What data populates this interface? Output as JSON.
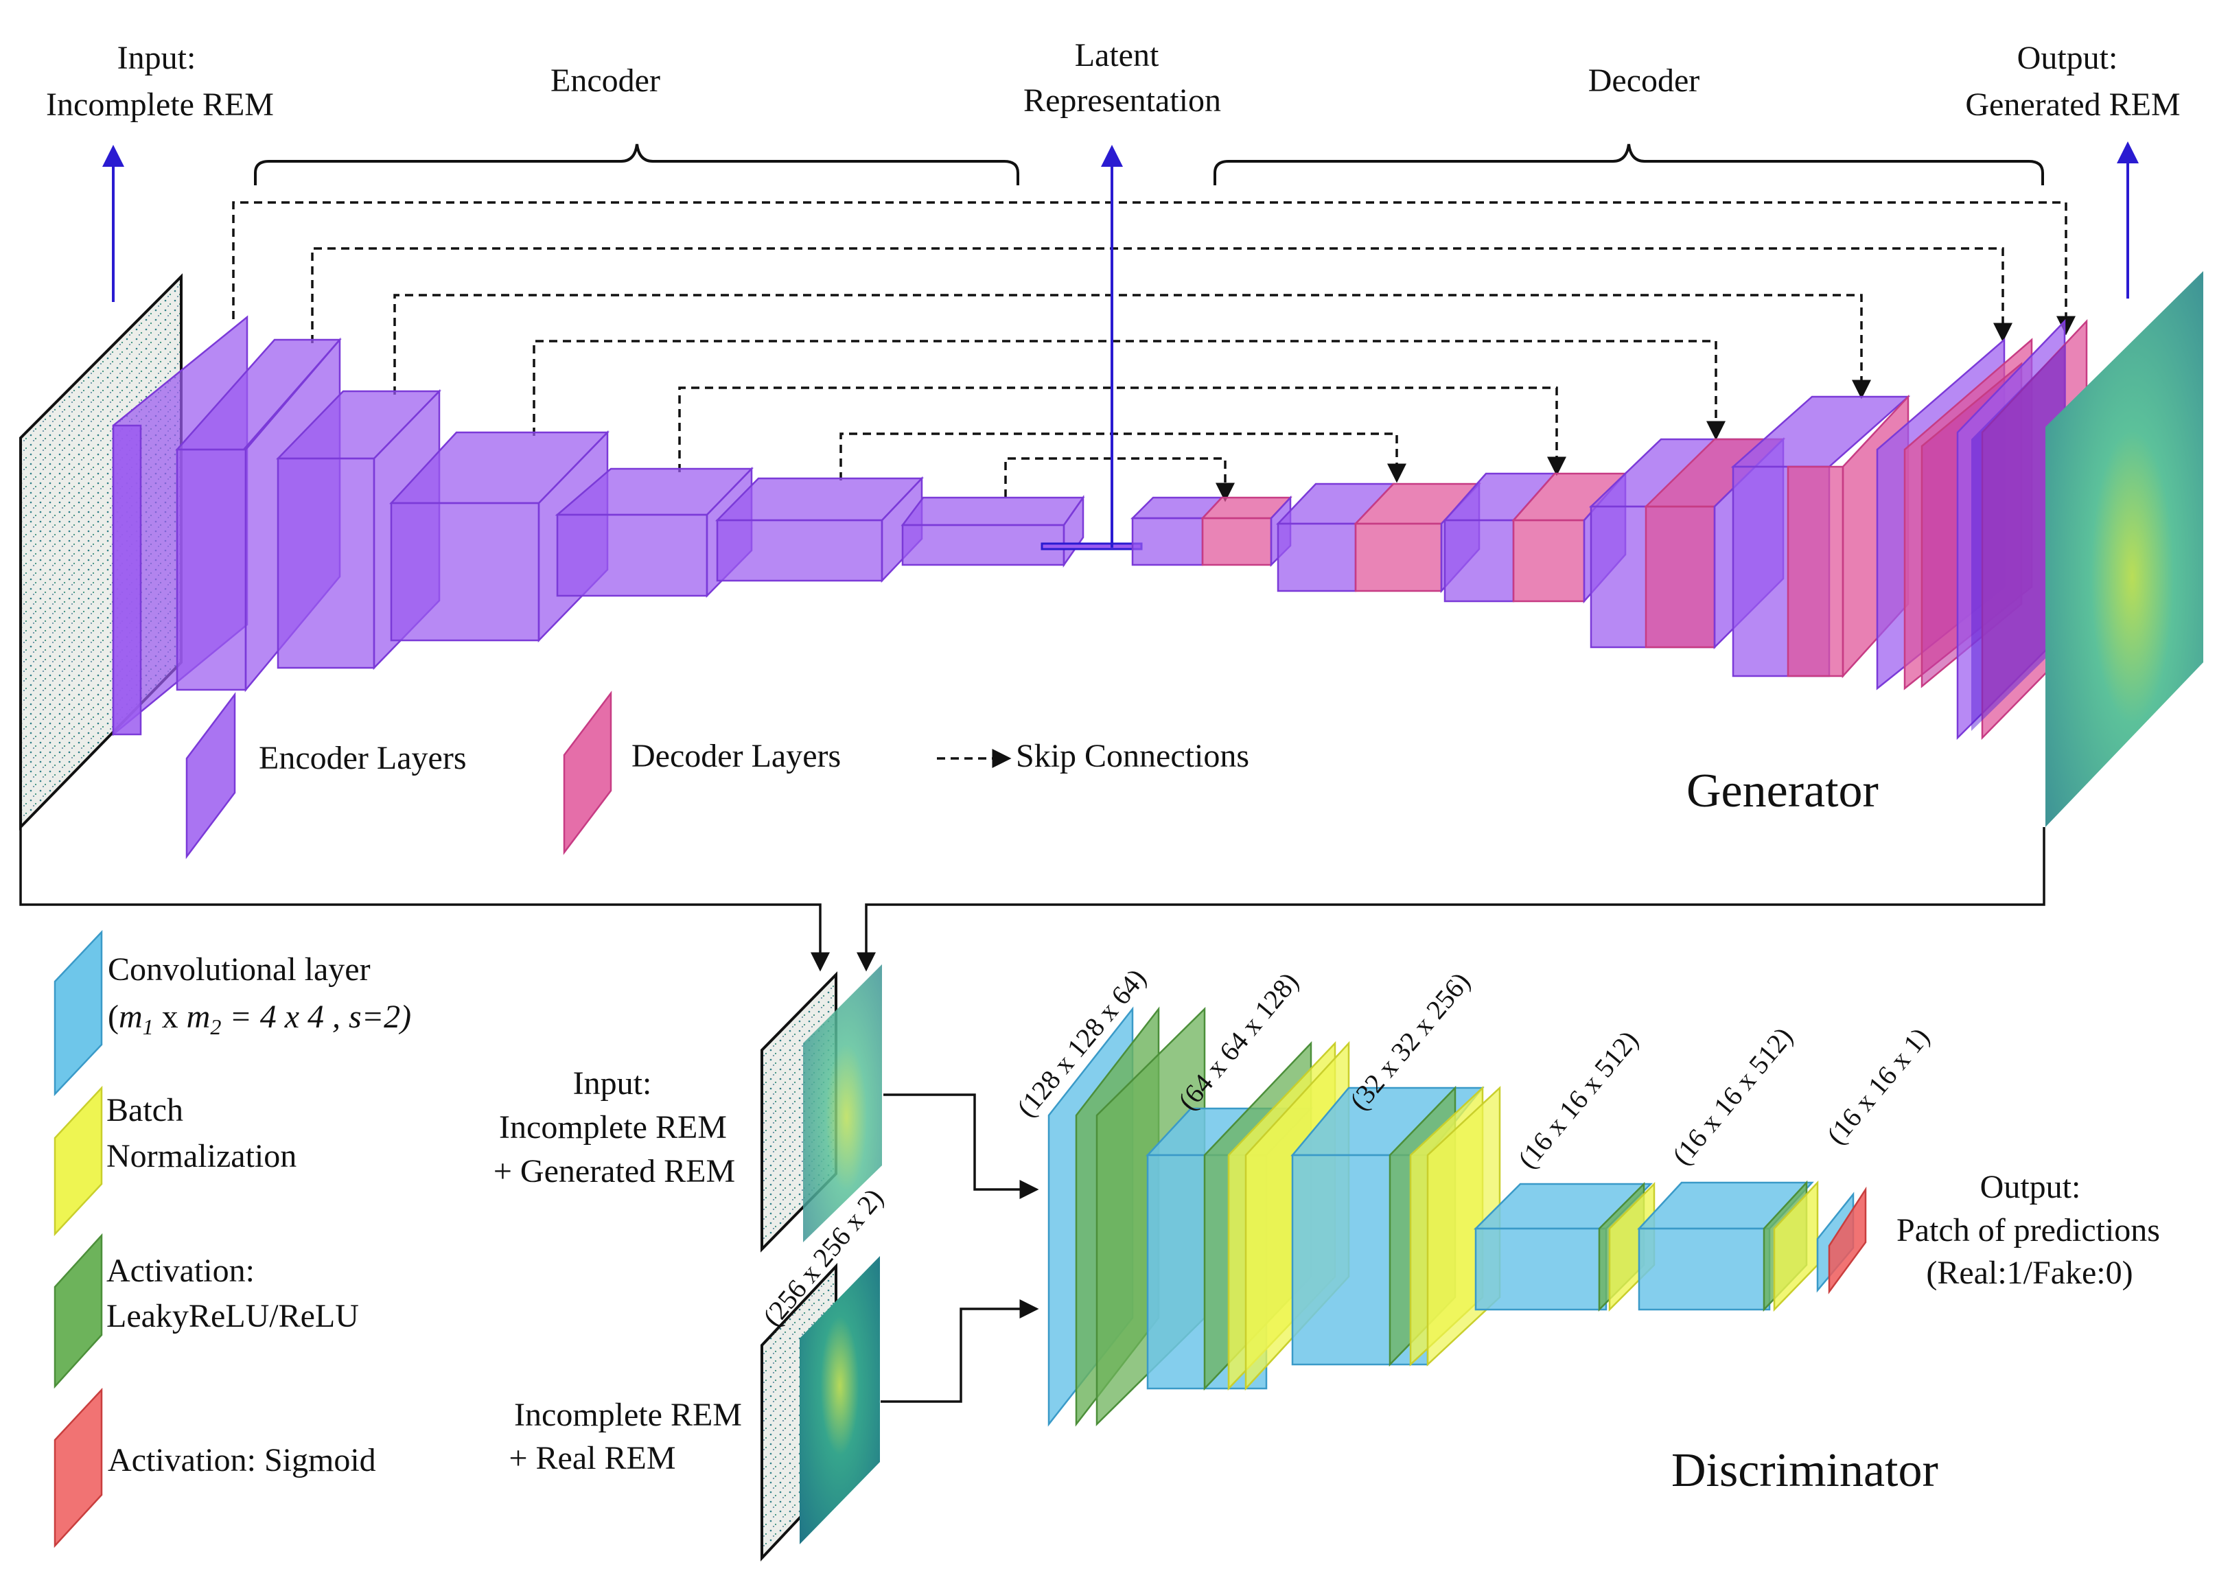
{
  "colors": {
    "encoder": "#9b5cf0",
    "encoder_edge": "#7b3ad8",
    "decoder": "#e0559a",
    "decoder_edge": "#c73c84",
    "conv": "#6ec6ea",
    "bn": "#eef552",
    "activation": "#6db35b",
    "sigmoid": "#ee5a5a",
    "arrow_blue": "#2a1bd1",
    "map_green": "#4fb6a0",
    "map_noise": "#eef0ee"
  },
  "icons": {
    "skip_arrow": "dashed-arrow-icon",
    "flow_arrow": "solid-arrow-icon"
  },
  "generator": {
    "title": "Generator",
    "input_label_1": "Input:",
    "input_label_2": "Incomplete REM",
    "output_label_1": "Output:",
    "output_label_2": "Generated REM",
    "encoder_label": "Encoder",
    "decoder_label": "Decoder",
    "latent_label_1": "Latent",
    "latent_label_2": "Representation",
    "legend": {
      "encoder": "Encoder Layers",
      "decoder": "Decoder Layers",
      "skip": "Skip Connections"
    }
  },
  "discriminator": {
    "title": "Discriminator",
    "input_a_1": "Input:",
    "input_a_2": "Incomplete REM",
    "input_a_3": "+ Generated REM",
    "input_b_1": "Incomplete REM",
    "input_b_2": "+ Real REM",
    "input_dims": "(256 x 256 x 2)",
    "output_1": "Output:",
    "output_2": "Patch of predictions",
    "output_3": "(Real:1/Fake:0)",
    "dims": [
      "(128 x 128 x 64)",
      "(64 x 64 x 128)",
      "(32 x 32 x 256)",
      "(16 x 16 x 512)",
      "(16 x 16 x 512)",
      "(16 x 16 x 1)"
    ]
  },
  "legend": {
    "conv_1": "Convolutional layer",
    "conv_2_a": "(",
    "conv_2_m1": "m",
    "conv_2_s1": "1",
    "conv_2_x": " x ",
    "conv_2_m2": "m",
    "conv_2_s2": "2",
    "conv_2_rest": " = 4 x 4 , s=2)",
    "bn_1": "Batch",
    "bn_2": "Normalization",
    "act_1": "Activation:",
    "act_2": "LeakyReLU/ReLU",
    "sig": "Activation: Sigmoid"
  }
}
